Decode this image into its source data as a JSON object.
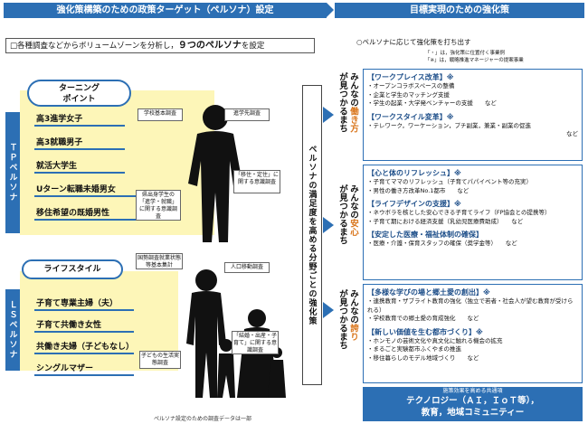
{
  "left_header": "強化策構築のための政策ターゲット（ペルソナ）設定",
  "right_header": "目標実現のための強化策",
  "note": "各種調査などからボリュームゾーンを分析し，",
  "note_bold": "９つのペルソナ",
  "note_tail": "を設定",
  "right_intro": "○ペルソナに応じて強化策を打ち出す",
  "right_legend": [
    "「・」は，強化策に位置付く事業例",
    "「※」は，戦略推進マネージャーの提案事業"
  ],
  "turning": {
    "oval": "ターニング\nポイント",
    "band": "ＴＰペルソナ",
    "personas": [
      "高3進学女子",
      "高3就職男子",
      "就活大学生",
      "Uターン転職未婚男女",
      "移住希望の既婚男性"
    ],
    "callouts": [
      "学校基本調査",
      "進学先調査",
      "「移住・定住」に関する意識調査",
      "県出身学生の「進学・就職」に関する意識調査"
    ]
  },
  "life": {
    "oval": "ライフスタイル",
    "band": "ＬＳペルソナ",
    "personas": [
      "子育て専業主婦（夫）",
      "子育て共働き女性",
      "共働き夫婦（子どもなし）",
      "シングルマザー"
    ],
    "callouts": [
      "国勢調査就業状態等基本集計",
      "人口移動調査",
      "子どもの生活実態調査",
      "「結婚・出産・子育て」に関する意識調査"
    ]
  },
  "center_band": "ペルソナの満足度を高める分野ごとの強化策",
  "targets": [
    {
      "pre": "みんなの",
      "hl": "働き方",
      "post": "が見つかるまち"
    },
    {
      "pre": "みんなの",
      "hl": "安心",
      "post": "が見つかるまち"
    },
    {
      "pre": "みんなの",
      "hl": "誇り",
      "post": "が見つかるまち"
    }
  ],
  "panels": [
    {
      "blocks": [
        {
          "title": "【ワークプレイス改革】※",
          "items": [
            "・オープンコラボスペースの整備",
            "・企業と学生のマッチング支援",
            "・学生の起業・大学発ベンチャーの支援　　など"
          ]
        },
        {
          "title": "【ワークスタイル変革】※",
          "items": [
            "・テレワーク，ワーケーション，プチ副業，兼業・副業の促進",
            "　など"
          ]
        }
      ]
    },
    {
      "blocks": [
        {
          "title": "【心と体のリフレッシュ】※",
          "items": [
            "・子育てママのリフレッシュ（子育てパパイベント等の充実）",
            "・男性の働き方改革No.1都市　　など"
          ]
        },
        {
          "title": "【ライフデザインの支援】※",
          "items": [
            "・ネウボラを核とした安心できる子育てライフ（FP協会との提携等）",
            "・子育て期における経済支援（乳幼児医療費助成）　　など"
          ]
        },
        {
          "title": "【安定した医療・福祉体制の確保】",
          "items": [
            "・医療・介護・保育スタッフの確保（奨学金等）　　など"
          ]
        }
      ]
    },
    {
      "blocks": [
        {
          "title": "【多様な学びの場と郷土愛の創出】※",
          "items": [
            "・連携教育・ザブライト教育の強化（独立で若者・社会人が望む教育が受けられる）",
            "・学校教育での郷土愛の育成強化　　など"
          ]
        },
        {
          "title": "【新しい価値を生む都市づくり】※",
          "items": [
            "・ホンモノの芸術文化や真文化に触れる機会の拡充",
            "・まるごと実験都市ふくやまの推進",
            "・移住暮らしのモデル地域づくり　　など"
          ]
        }
      ]
    }
  ],
  "bottom": {
    "line1": "施策効果を高める共通項",
    "line2": "テクノロジー（ＡＩ，ＩｏＴ等），",
    "line3": "教育，地域コミュニティー"
  },
  "caption": "ペルソナ設定のための調査データは一部"
}
